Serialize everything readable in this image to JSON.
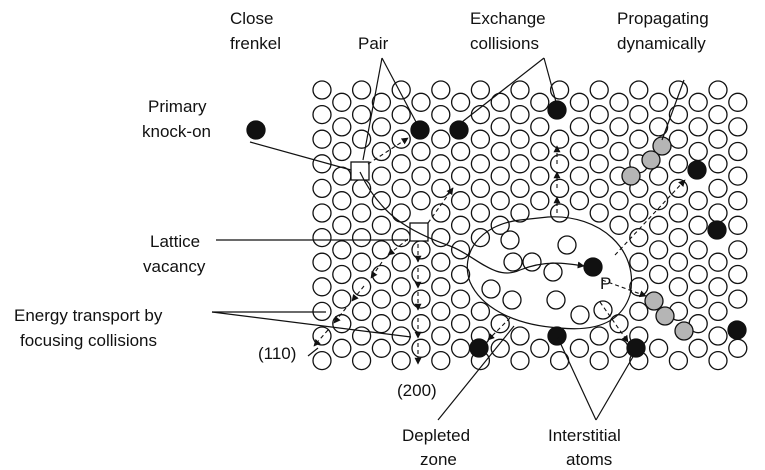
{
  "labels": {
    "close_frenkel_1": "Close",
    "close_frenkel_2": "frenkel",
    "pair": "Pair",
    "exchange_1": "Exchange",
    "exchange_2": "collisions",
    "propagating_1": "Propagating",
    "propagating_2": "dynamically",
    "primary_1": "Primary",
    "primary_2": "knock-on",
    "vacancy_1": "Lattice",
    "vacancy_2": "vacancy",
    "energy_1": "Energy transport by",
    "energy_2": "focusing collisions",
    "dir_110": "(110)",
    "dir_200": "(200)",
    "p_label": "P",
    "depleted_1": "Depleted",
    "depleted_2": "zone",
    "interstitial_1": "Interstitial",
    "interstitial_2": "atoms"
  },
  "colors": {
    "line": "#111111",
    "interstitial_fill": "#111111",
    "dynamic_fill": "#b5b5b5",
    "lattice_fill": "#ffffff"
  }
}
